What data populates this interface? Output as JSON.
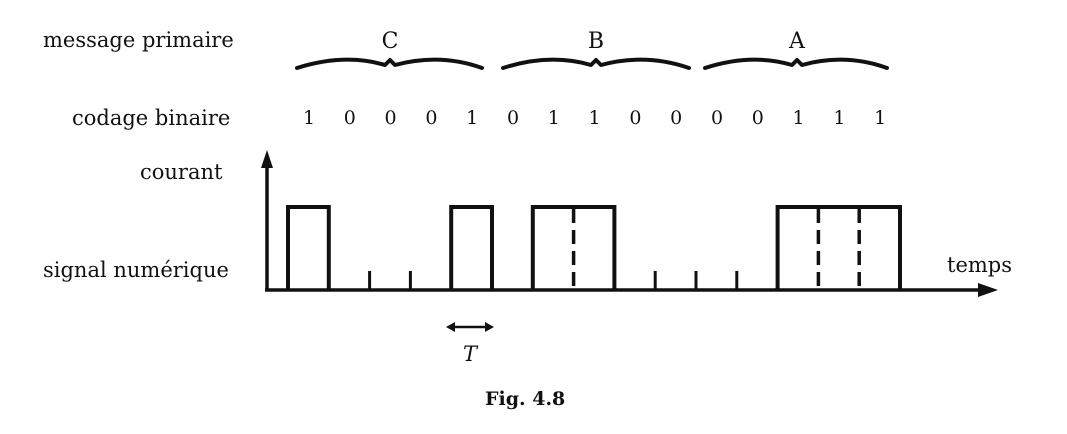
{
  "rows": {
    "message_label": "message primaire",
    "coding_label": "codage binaire",
    "current_label": "courant",
    "signal_label": "signal numérique"
  },
  "axis": {
    "time_label": "temps"
  },
  "message": {
    "letters": [
      "C",
      "B",
      "A"
    ]
  },
  "bits": [
    "1",
    "0",
    "0",
    "0",
    "1",
    "0",
    "1",
    "1",
    "0",
    "0",
    "0",
    "0",
    "1",
    "1",
    "1"
  ],
  "period_label": "T",
  "caption": "Fig. 4.8"
}
